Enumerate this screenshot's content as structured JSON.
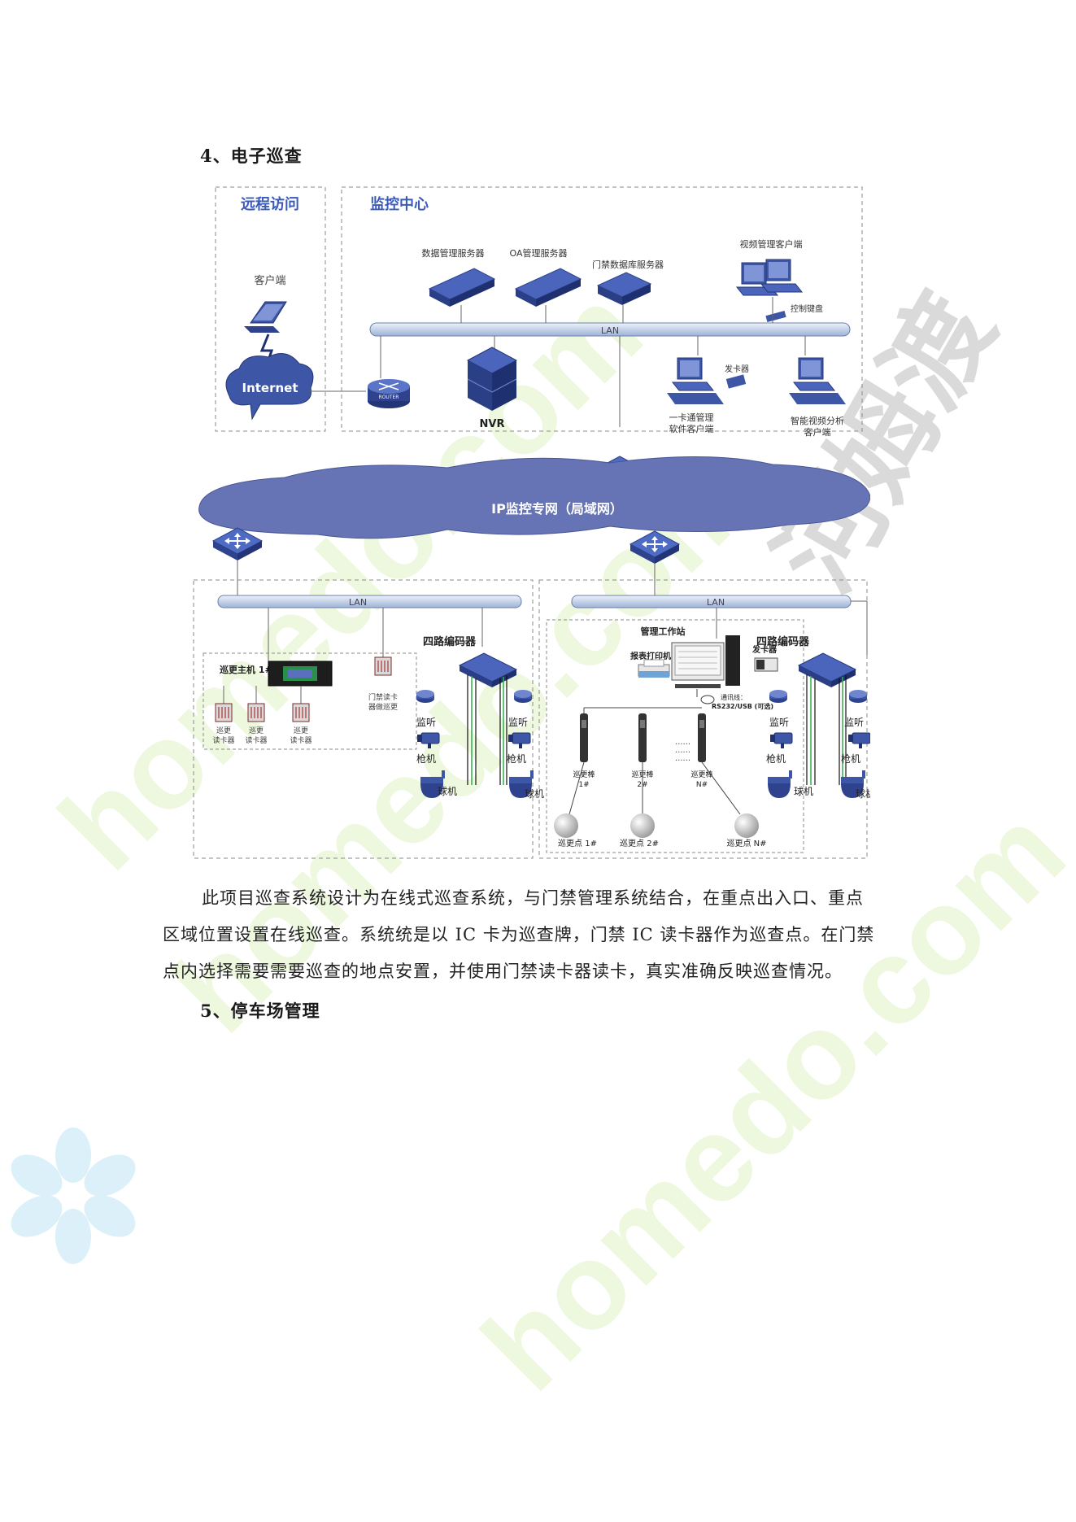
{
  "section4_heading": "4、电子巡查",
  "section5_heading": "5、停车场管理",
  "paragraph": [
    "此项目巡查系统设计为在线式巡查系统，与门禁管理系统结合，在重点出入口、重点",
    "区域位置设置在线巡查。系统统是以 IC 卡为巡查牌，门禁 IC 读卡器作为巡查点。在门禁",
    "点内选择需要需要巡查的地点安置，并使用门禁读卡器读卡，真实准确反映巡查情况。"
  ],
  "diagram": {
    "remote_title": "远程访问",
    "center_title": "监控中心",
    "client": "客户端",
    "internet": "Internet",
    "router": "ROUTER",
    "lan": "LAN",
    "data_server": "数据管理服务器",
    "oa_server": "OA管理服务器",
    "door_db_server": "门禁数据库服务器",
    "video_client": "视频管理客户端",
    "control_keyboard": "控制键盘",
    "nvr": "NVR",
    "card_issuer": "发卡器",
    "card_client_1": "一卡通管理",
    "card_client_2": "软件客户端",
    "analysis_client_1": "智能视频分析",
    "analysis_client_2": "客户端",
    "ip_network": "IP监控专网（局域网）",
    "encoder": "四路编码器",
    "patrol_host": "巡更主机 1#",
    "door_reader_1": "门禁读卡",
    "door_reader_2": "器做巡更",
    "patrol_reader_1": "巡更",
    "patrol_reader_2": "读卡器",
    "monitor": "监听",
    "gun_camera": "枪机",
    "dome_camera": "球机",
    "workstation": "管理工作站",
    "printer": "报表打印机",
    "comm_line_1": "通讯线：",
    "comm_line_2": "RS232/USB (可选)",
    "patrol_stick": "巡更棒",
    "stick_1": "1#",
    "stick_2": "2#",
    "stick_n": "N#",
    "patrol_point_1": "巡更点 1#",
    "patrol_point_2": "巡更点 2#",
    "patrol_point_n": "巡更点 N#"
  },
  "watermarks": [
    "homedo.com",
    "homedo.com",
    "homedo.com",
    "河姆渡"
  ],
  "colors": {
    "title_blue": "#3b5bb8",
    "cloud": "#6674b5",
    "lan_bar": "#c9d6ea",
    "device": "#3d56a6",
    "dashed": "#8a8a8a"
  }
}
